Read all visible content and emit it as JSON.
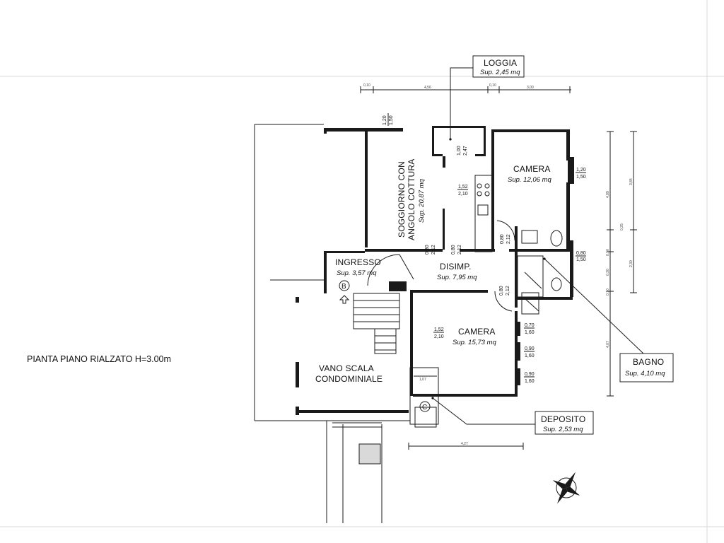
{
  "title": "PIANTA PIANO RIALZATO H=3.00m",
  "rooms": {
    "soggiorno": {
      "name_line1": "SOGGIORNO CON",
      "name_line2": "ANGOLO COTTURA",
      "area": "Sup. 20,87 mq"
    },
    "camera1": {
      "name": "CAMERA",
      "area": "Sup. 12,06 mq"
    },
    "ingresso": {
      "name": "INGRESSO",
      "area": "Sup. 3,57 mq"
    },
    "disimp": {
      "name": "DISIMP.",
      "area": "Sup. 7,95 mq"
    },
    "camera2": {
      "name": "CAMERA",
      "area": "Sup. 15,73 mq"
    },
    "vano_scala": {
      "name_line1": "VANO SCALA",
      "name_line2": "CONDOMINIALE"
    }
  },
  "callouts": {
    "loggia": {
      "name": "LOGGIA",
      "area": "Sup. 2,45 mq"
    },
    "bagno": {
      "name": "BAGNO",
      "area": "Sup. 4,10 mq"
    },
    "deposito": {
      "name": "DEPOSITO",
      "area": "Sup. 2,53 mq"
    }
  },
  "markers": {
    "b": "B",
    "c": "C"
  },
  "openings": {
    "o1": {
      "w": "1,20",
      "h": "1,50"
    },
    "o2": {
      "w": "1,00",
      "h": "2,47"
    },
    "o3": {
      "w": "1,20",
      "h": "1,50"
    },
    "o4": {
      "w": "1,52",
      "h": "2,10"
    },
    "o5": {
      "w": "0,80",
      "h": "2,12"
    },
    "o6": {
      "w": "0,80",
      "h": "2,12"
    },
    "o7": {
      "w": "0,80",
      "h": "2,12"
    },
    "o8": {
      "w": "0,80",
      "h": "1,50"
    },
    "o9": {
      "w": "0,80",
      "h": "2,12"
    },
    "o10": {
      "w": "1,52",
      "h": "2,10"
    },
    "o11": {
      "w": "0,70",
      "h": "1,60"
    },
    "o12": {
      "w": "0,90",
      "h": "1,60"
    },
    "o13": {
      "w": "0,90",
      "h": "1,60"
    }
  },
  "dimensions": {
    "top": [
      "0,10",
      "4,56",
      "0,10",
      "3,00"
    ],
    "bottom": "4,27",
    "right": [
      "4,89",
      "3,84",
      "0,25",
      "0,10",
      "2,30",
      "0,10",
      "4,07",
      "0,30"
    ],
    "stair": "1,07"
  },
  "colors": {
    "line": "#1a1a1a",
    "background": "#ffffff"
  },
  "icons": [
    "north-arrow-icon",
    "door-swing-icon",
    "entrance-arrow-icon"
  ]
}
